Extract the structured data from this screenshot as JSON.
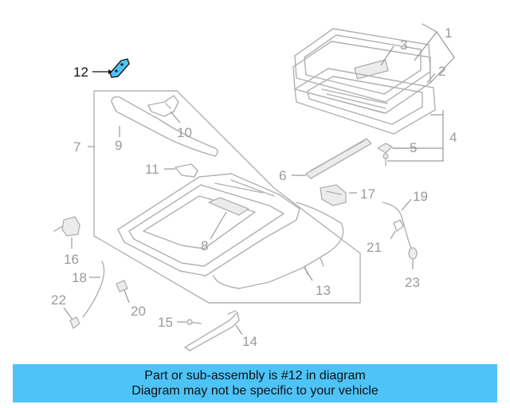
{
  "highlight_color": "#4ec3f7",
  "highlighted_part": "12",
  "callouts": [
    "1",
    "2",
    "3",
    "4",
    "5",
    "6",
    "7",
    "8",
    "9",
    "10",
    "11",
    "12",
    "13",
    "14",
    "15",
    "16",
    "17",
    "18",
    "19",
    "20",
    "21",
    "22",
    "23"
  ],
  "banner": {
    "line1": "Part or sub-assembly is #12 in diagram",
    "line2": "Diagram may not be specific to your vehicle"
  }
}
